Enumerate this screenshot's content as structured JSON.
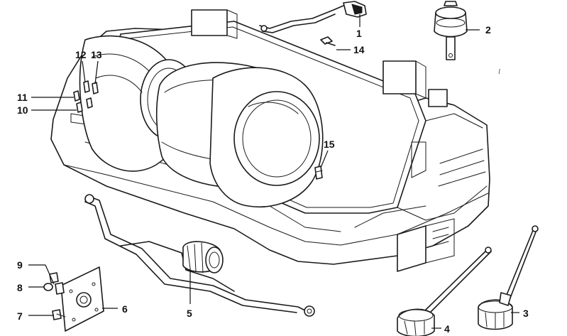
{
  "callouts": {
    "c1": "1",
    "c2": "2",
    "c3": "3",
    "c4": "4",
    "c5": "5",
    "c6": "6",
    "c7": "7",
    "c8": "8",
    "c9": "9",
    "c10": "10",
    "c11": "11",
    "c12": "12",
    "c13": "13",
    "c14": "14",
    "c15": "15"
  },
  "margin_mark": "l"
}
